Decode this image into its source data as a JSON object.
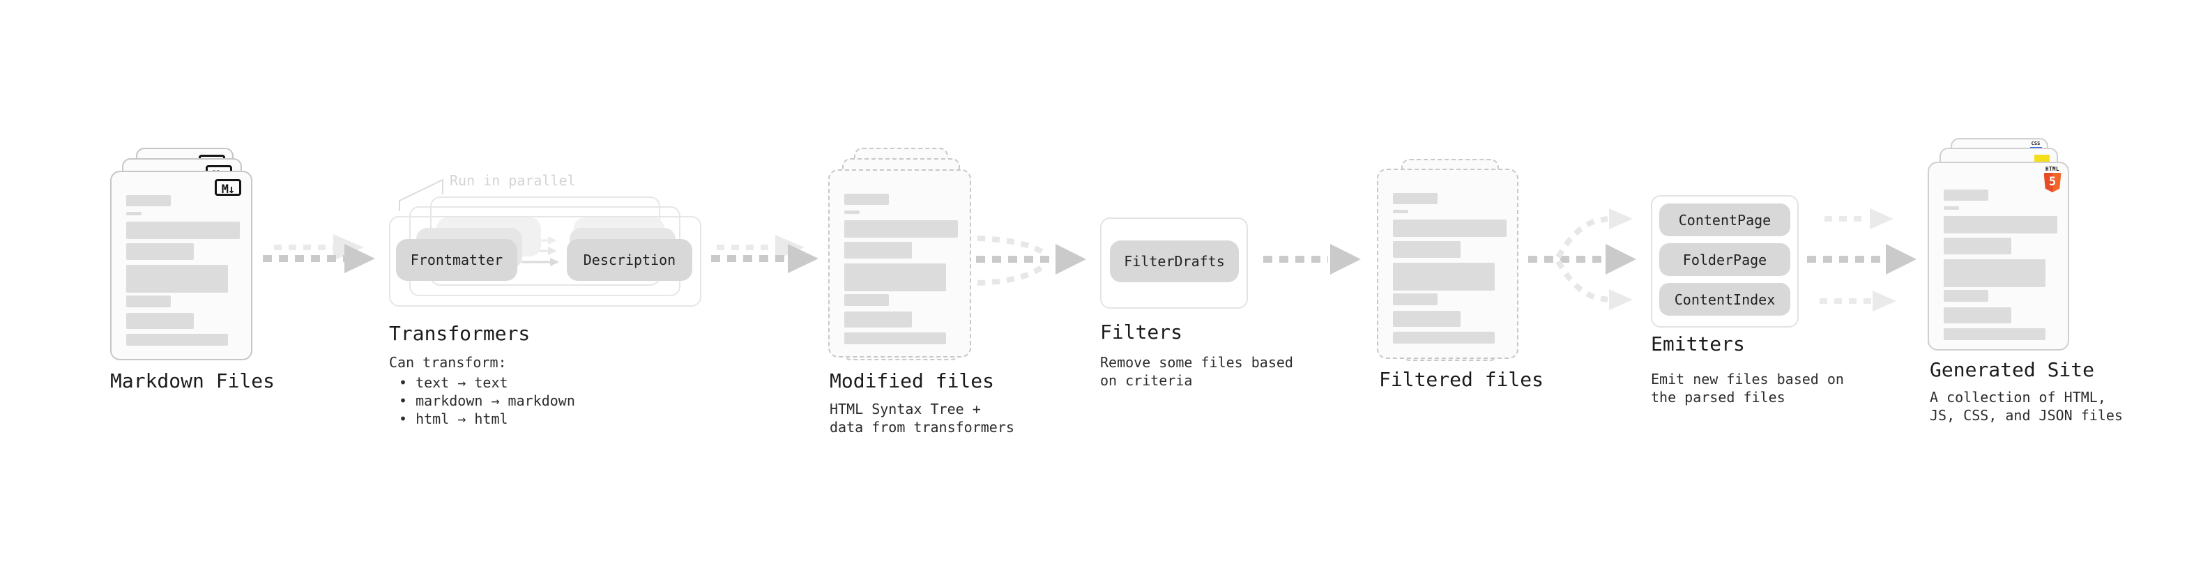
{
  "markdown_files": {
    "label": "Markdown Files",
    "badge": "M↓"
  },
  "transformers": {
    "note": "Run in parallel",
    "pill_left": "Frontmatter",
    "pill_right": "Description",
    "label": "Transformers",
    "sublabel_intro": "Can transform:",
    "bullets": [
      "• text → text",
      "• markdown → markdown",
      "• html → html"
    ]
  },
  "modified_files": {
    "label": "Modified files",
    "sublabel_lines": [
      "HTML Syntax Tree +",
      "data from transformers"
    ]
  },
  "filters": {
    "pill": "FilterDrafts",
    "label": "Filters",
    "sublabel_lines": [
      "Remove some files based",
      "on criteria"
    ]
  },
  "filtered_files": {
    "label": "Filtered files"
  },
  "emitters": {
    "pills": [
      "ContentPage",
      "FolderPage",
      "ContentIndex"
    ],
    "label": "Emitters",
    "sublabel_lines": [
      "Emit new files based on",
      "the parsed files"
    ]
  },
  "generated_site": {
    "label": "Generated Site",
    "sublabel_lines": [
      "A collection of HTML,",
      "JS, CSS, and JSON files"
    ],
    "badge_css": "CSS",
    "badge_html": "HTML",
    "badge_html_number": "5"
  },
  "colors": {
    "arrow_dark": "#cacaca",
    "arrow_light": "#eaeaea",
    "pill_bg": "#d8d8d8",
    "doc_bar": "#dcdcdc",
    "css_blue": "#2862e9",
    "js_yellow": "#f5de19",
    "html_orange_dark": "#e44d26",
    "html_orange_light": "#f16529"
  }
}
